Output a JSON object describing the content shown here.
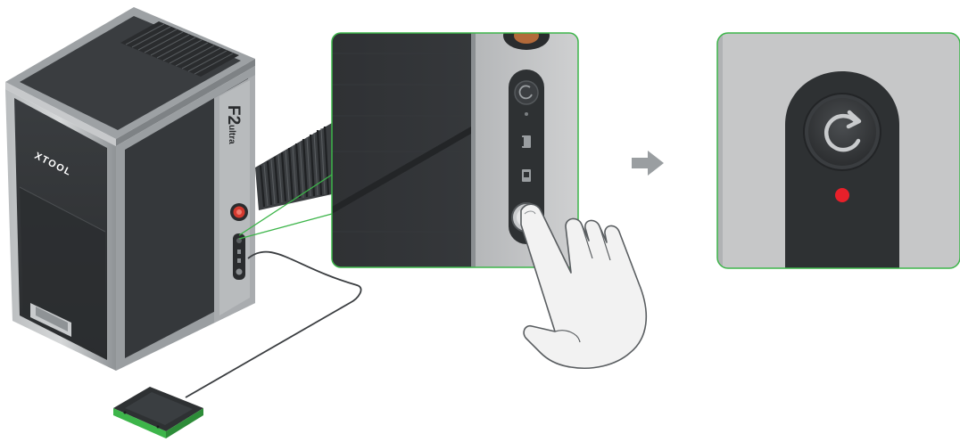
{
  "product": {
    "brand_text": "XTOOL",
    "model_text": "F2",
    "model_suffix": "ultra"
  },
  "colors": {
    "accent_green": "#3db54a",
    "indicator_red": "#e8202a",
    "body_dark": "#2e3133",
    "frame_silver": "#9ea2a5",
    "panel_grey": "#c9cacb"
  },
  "icons": {
    "power_button": "restart-circle-arrow-icon",
    "step_arrow": "right-arrow-icon",
    "hand": "pressing-hand-icon"
  }
}
